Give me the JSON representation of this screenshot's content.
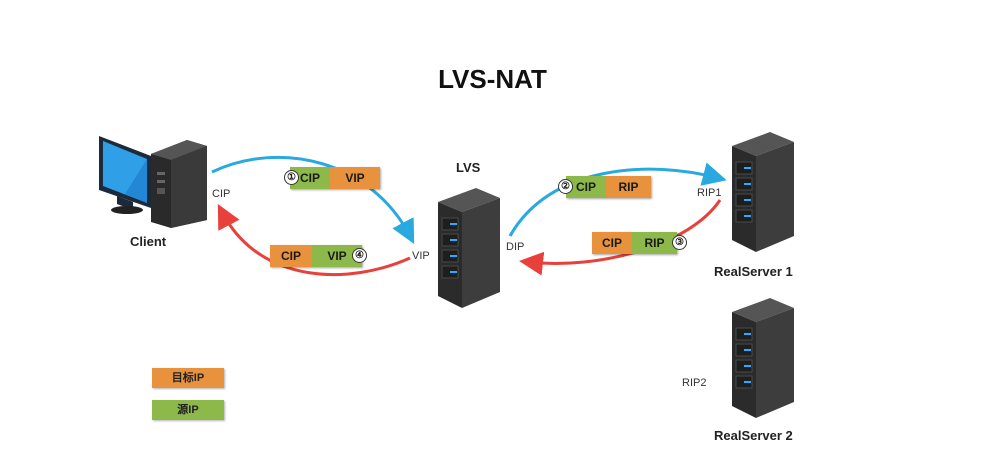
{
  "title": "LVS-NAT",
  "nodes": {
    "client": "Client",
    "lvs": "LVS",
    "realserver1": "RealServer 1",
    "realserver2": "RealServer 2"
  },
  "ip_labels": {
    "cip": "CIP",
    "vip": "VIP",
    "dip": "DIP",
    "rip1": "RIP1",
    "rip2": "RIP2"
  },
  "packets": [
    {
      "step": "①",
      "fields": [
        "CIP",
        "VIP"
      ]
    },
    {
      "step": "②",
      "fields": [
        "CIP",
        "RIP"
      ]
    },
    {
      "step": "③",
      "fields": [
        "CIP",
        "RIP"
      ]
    },
    {
      "step": "④",
      "fields": [
        "CIP",
        "VIP"
      ]
    }
  ],
  "legend": {
    "dest_ip": "目标IP",
    "src_ip": "源IP"
  },
  "colors": {
    "dest_ip": "#e8923d",
    "src_ip": "#8db84a",
    "request_arrow": "#29a9e0",
    "response_arrow": "#e8403a"
  }
}
